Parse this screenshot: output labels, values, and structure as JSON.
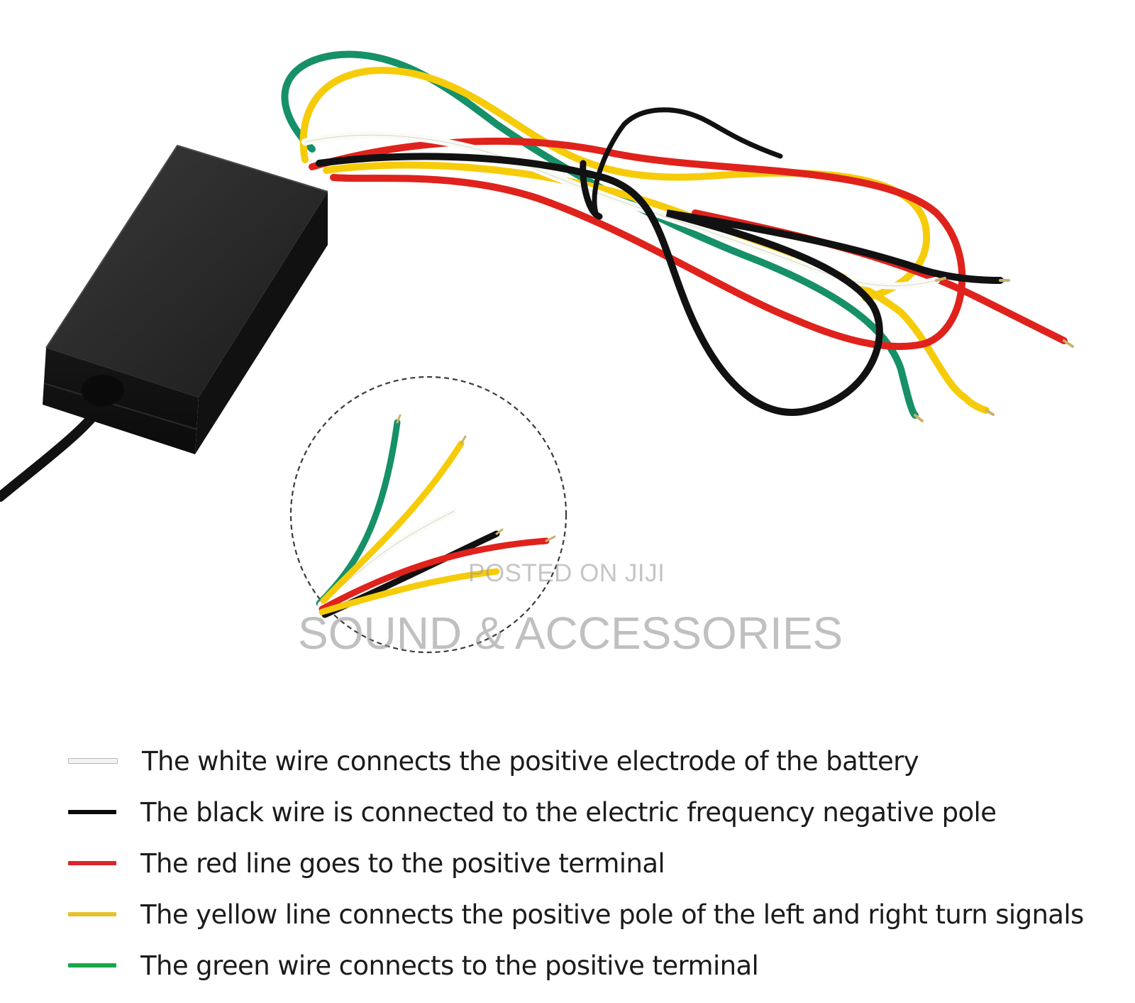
{
  "watermark": {
    "small": "POSTED ON JIJI",
    "large": "SOUND & ACCESSORIES"
  },
  "legend": {
    "items": [
      {
        "color_name": "white",
        "color": "#f4f4f4",
        "text": "The white wire connects the positive electrode of the battery"
      },
      {
        "color_name": "black",
        "color": "#0a0a0a",
        "text": "The black wire is connected to the electric frequency negative pole"
      },
      {
        "color_name": "red",
        "color": "#d8262a",
        "text": "The red line goes to the positive terminal"
      },
      {
        "color_name": "yellow",
        "color": "#e6c12a",
        "text": "The yellow line connects the positive pole of the left and right turn signals"
      },
      {
        "color_name": "green",
        "color": "#1aa64a",
        "text": "The green wire connects to the positive terminal"
      }
    ]
  },
  "wire_colors": {
    "green": "#169068",
    "yellow": "#f6cc0a",
    "red": "#e0221c",
    "white": "#fbfbf6",
    "black": "#111111"
  }
}
